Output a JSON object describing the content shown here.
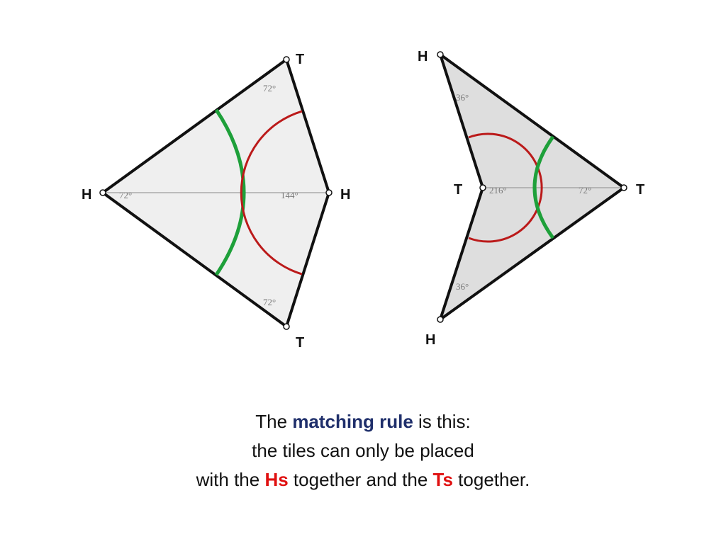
{
  "colors": {
    "tile_fill_kite": "#efefef",
    "tile_fill_dart": "#dedede",
    "edge": "#111111",
    "green_arc": "#1ea03a",
    "red_arc": "#bb1a1a",
    "angle_text": "#7a7a7a",
    "caption_blue": "#1f2f6b",
    "caption_red": "#e01010"
  },
  "kite": {
    "vertex_labels": {
      "left": "H",
      "top": "T",
      "right": "H",
      "bottom": "T"
    },
    "angles": {
      "left": "72°",
      "right": "144°",
      "top": "72°",
      "bottom": "72°"
    }
  },
  "dart": {
    "vertex_labels": {
      "top": "H",
      "inner": "T",
      "right": "T",
      "bottom": "H"
    },
    "angles": {
      "top": "36°",
      "inner": "216°",
      "right": "72°",
      "bottom": "36°"
    }
  },
  "caption": {
    "line1_pre": "The ",
    "line1_emph": "matching rule",
    "line1_post": " is this:",
    "line2": "the tiles can only be placed",
    "line3_pre": "with the ",
    "line3_h": "Hs",
    "line3_mid": " together and the ",
    "line3_t": "Ts",
    "line3_post": " together."
  }
}
